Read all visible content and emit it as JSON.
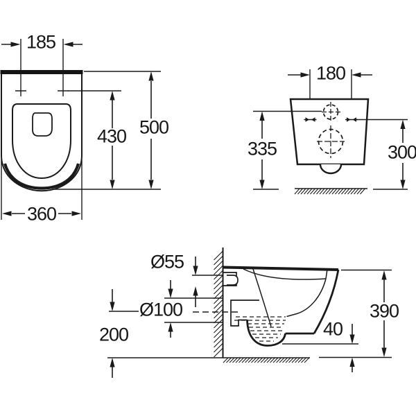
{
  "drawing": {
    "background": "#ffffff",
    "line_color": "#1a1a1a",
    "views": {
      "top": {
        "title": "top-view",
        "dims": {
          "hole_spacing": "185",
          "overall_depth": "500",
          "holes_to_front": "430",
          "overall_width": "360"
        }
      },
      "rear": {
        "title": "rear-view",
        "dims": {
          "hole_spacing": "180",
          "height_to_inlet": "335",
          "height_to_holes": "300"
        }
      },
      "side": {
        "title": "side-view",
        "dims": {
          "inlet_diameter": "Ø55",
          "outlet_diameter": "Ø100",
          "outlet_center_height": "200",
          "bottom_clearance": "40",
          "projection_depth": "390"
        }
      }
    }
  }
}
